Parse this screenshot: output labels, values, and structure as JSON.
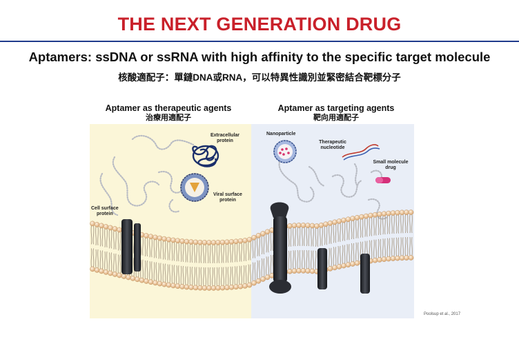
{
  "header": {
    "title": "THE NEXT GENERATION DRUG",
    "subtitle": "Aptamers: ssDNA or ssRNA with high affinity to the specific target molecule",
    "subtitle_zh": "核酸適配子：單鏈DNA或RNA，可以特異性識別並緊密結合靶標分子"
  },
  "panels": {
    "left": {
      "heading": "Aptamer as therapeutic agents",
      "heading_zh": "治療用適配子",
      "labels": {
        "extracellular": [
          "Extracellular",
          "protein"
        ],
        "viral": [
          "Viral surface",
          "protein"
        ],
        "cell_surface": [
          "Cell surface",
          "protein"
        ]
      }
    },
    "right": {
      "heading": "Aptamer as targeting agents",
      "heading_zh": "靶向用適配子",
      "labels": {
        "nanoparticle": [
          "Nanoparticle"
        ],
        "therapeutic": [
          "Therapeutic",
          "nucleotide"
        ],
        "small_molecule": [
          "Small molecule",
          "drug"
        ]
      }
    }
  },
  "citation": "Poolsup et al., 2017",
  "colors": {
    "title": "#c9202a",
    "rule": "#1f3b8c",
    "left_bg": "#fbf6d8",
    "right_bg": "#e9eef7",
    "lipid_head": "#e3b88a",
    "protein": "#2b2d33"
  }
}
